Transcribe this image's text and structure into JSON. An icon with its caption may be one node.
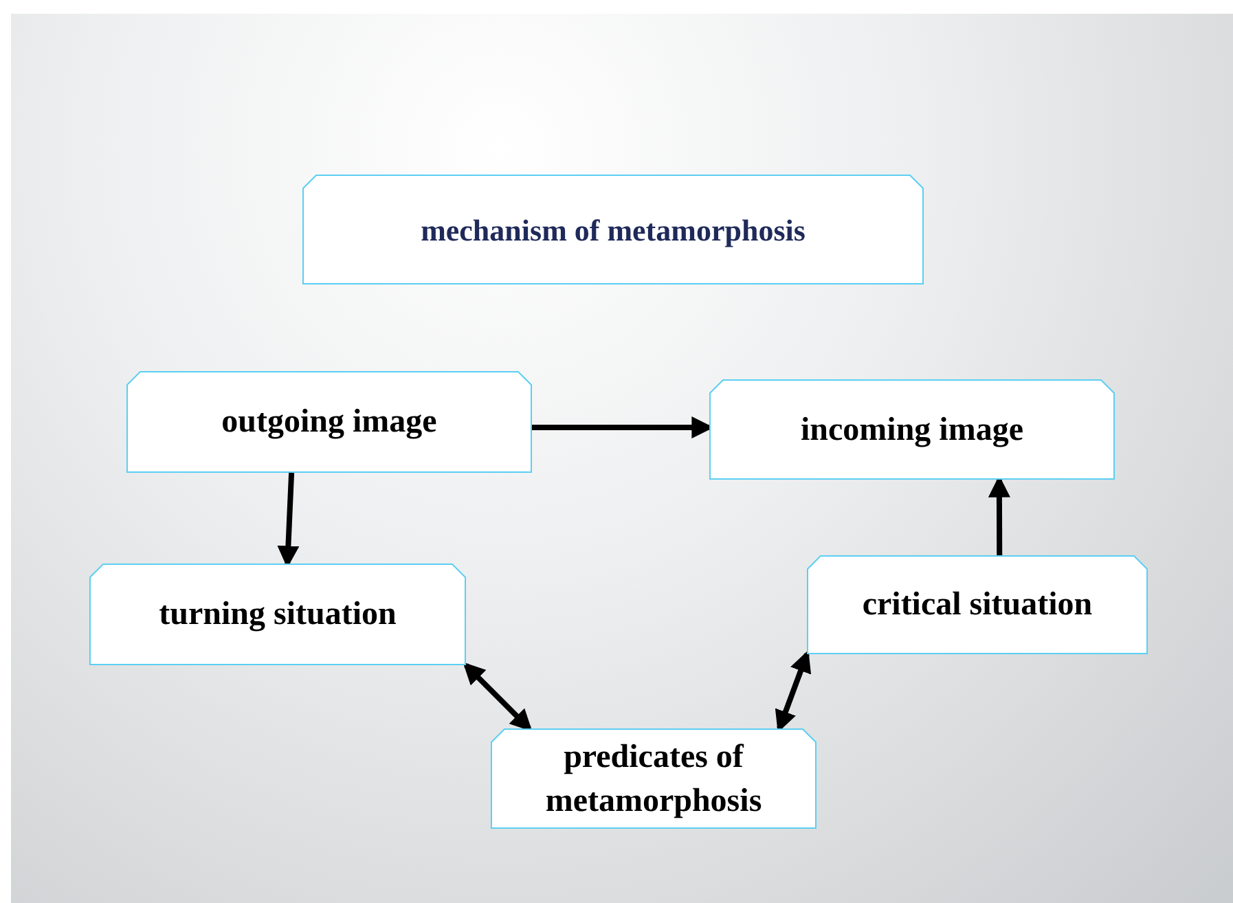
{
  "diagram": {
    "nodes": [
      {
        "text": [
          "mechanism of metamorphosis"
        ]
      },
      {
        "text": [
          "outgoing image"
        ]
      },
      {
        "text": [
          "incoming image"
        ]
      },
      {
        "text": [
          "turning situation"
        ]
      },
      {
        "text": [
          "critical situation"
        ]
      },
      {
        "text": [
          "predicates of metamorphosis"
        ]
      }
    ],
    "edges": [
      {
        "from": 1,
        "to": 2,
        "arrow": "to"
      },
      {
        "from": 1,
        "to": 3,
        "arrow": "to"
      },
      {
        "from": 4,
        "to": 2,
        "arrow": "to"
      },
      {
        "from": 3,
        "to": 5,
        "arrow": "both"
      },
      {
        "from": 5,
        "to": 4,
        "arrow": "both"
      }
    ]
  }
}
